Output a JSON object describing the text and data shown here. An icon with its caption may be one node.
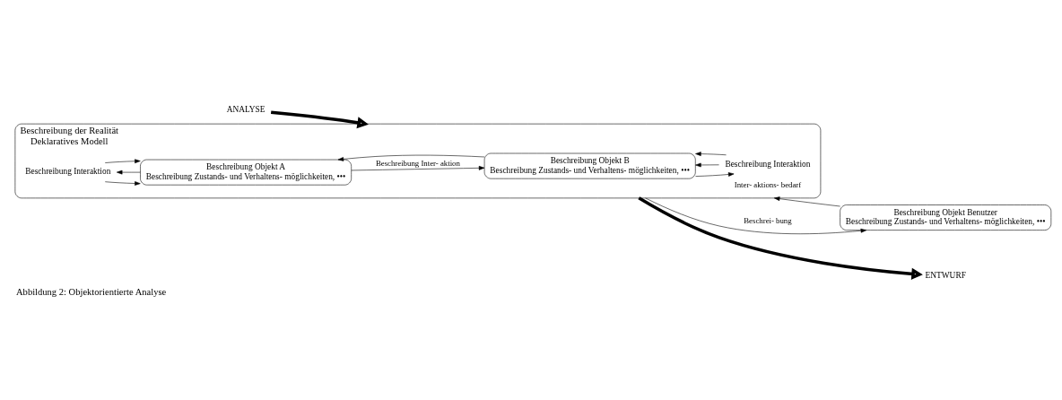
{
  "diagram": {
    "caption": "Abbildung 2: Objektorientierte Analyse",
    "nodes": [
      {
        "text": [
          "ANALYSE"
        ]
      },
      {
        "text": [
          "Beschreibung der Realität",
          "Deklaratives Modell"
        ]
      },
      {
        "text": [
          "Beschreibung Interaktion"
        ],
        "in": 1
      },
      {
        "text": [
          "Beschreibung Objekt A",
          "Beschreibung Zustands- und Verhaltens- möglichkeiten, •••"
        ],
        "in": 1
      },
      {
        "text": [
          "Beschreibung Objekt B",
          "Beschreibung Zustands- und Verhaltens- möglichkeiten, •••"
        ],
        "in": 1
      },
      {
        "text": [
          "Beschreibung Interaktion"
        ],
        "in": 1
      },
      {
        "text": [
          "Beschreibung Objekt Benutzer",
          "Beschreibung Zustands- und Verhaltens- möglichkeiten, •••"
        ]
      },
      {
        "text": [
          "ENTWURF"
        ]
      }
    ],
    "edges": [
      {
        "from": 0,
        "to": 1,
        "arrow": "to",
        "style": "thick"
      },
      {
        "from": 2,
        "to": 3,
        "arrow": "to"
      },
      {
        "from": 3,
        "to": 2,
        "arrow": "to"
      },
      {
        "from": 2,
        "to": 3,
        "arrow": "to"
      },
      {
        "from": 3,
        "to": 4,
        "arrow": "to",
        "label": "Beschreibung Inter- aktion"
      },
      {
        "from": 4,
        "to": 3,
        "arrow": "to"
      },
      {
        "from": 5,
        "to": 4,
        "arrow": "to"
      },
      {
        "from": 4,
        "to": 5,
        "arrow": "to"
      },
      {
        "from": 5,
        "to": 4,
        "arrow": "to"
      },
      {
        "from": 1,
        "to": 6,
        "arrow": "to",
        "label": "Beschrei- bung"
      },
      {
        "from": 6,
        "to": 1,
        "arrow": "to",
        "label": "Inter- aktions- bedarf"
      },
      {
        "from": 1,
        "to": 7,
        "arrow": "to",
        "style": "thick"
      }
    ]
  }
}
